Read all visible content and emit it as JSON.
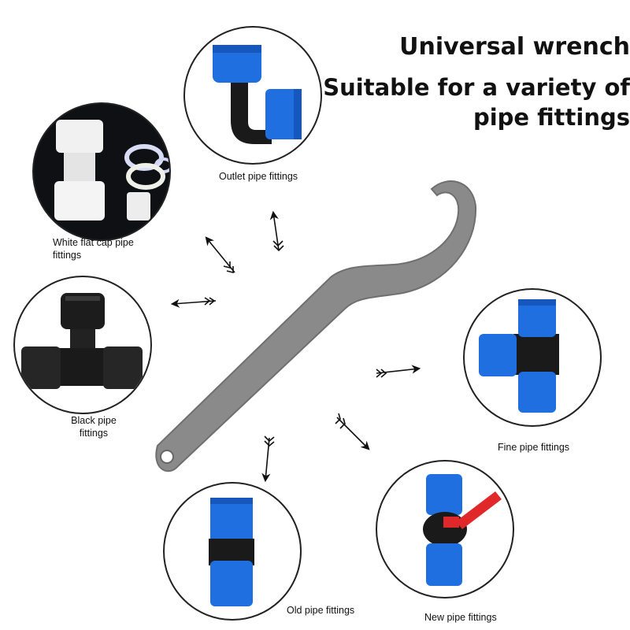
{
  "title": "Universal wrench",
  "subtitle_line1": "Suitable for a variety of",
  "subtitle_line2": "pipe fittings",
  "fittings": {
    "outlet": "Outlet pipe fittings",
    "white_flat_cap": "White flat cap pipe fittings",
    "black": "Black pipe fittings",
    "fine": "Fine pipe fittings",
    "old": "Old pipe fittings",
    "new": "New pipe fittings"
  },
  "colors": {
    "fitting_blue": "#1f6fe0",
    "fitting_black": "#1a1a1a",
    "wrench_gray": "#8c8c8c",
    "valve_red": "#e0282a"
  },
  "icons": [
    "wrench-icon",
    "arrow-icon"
  ]
}
